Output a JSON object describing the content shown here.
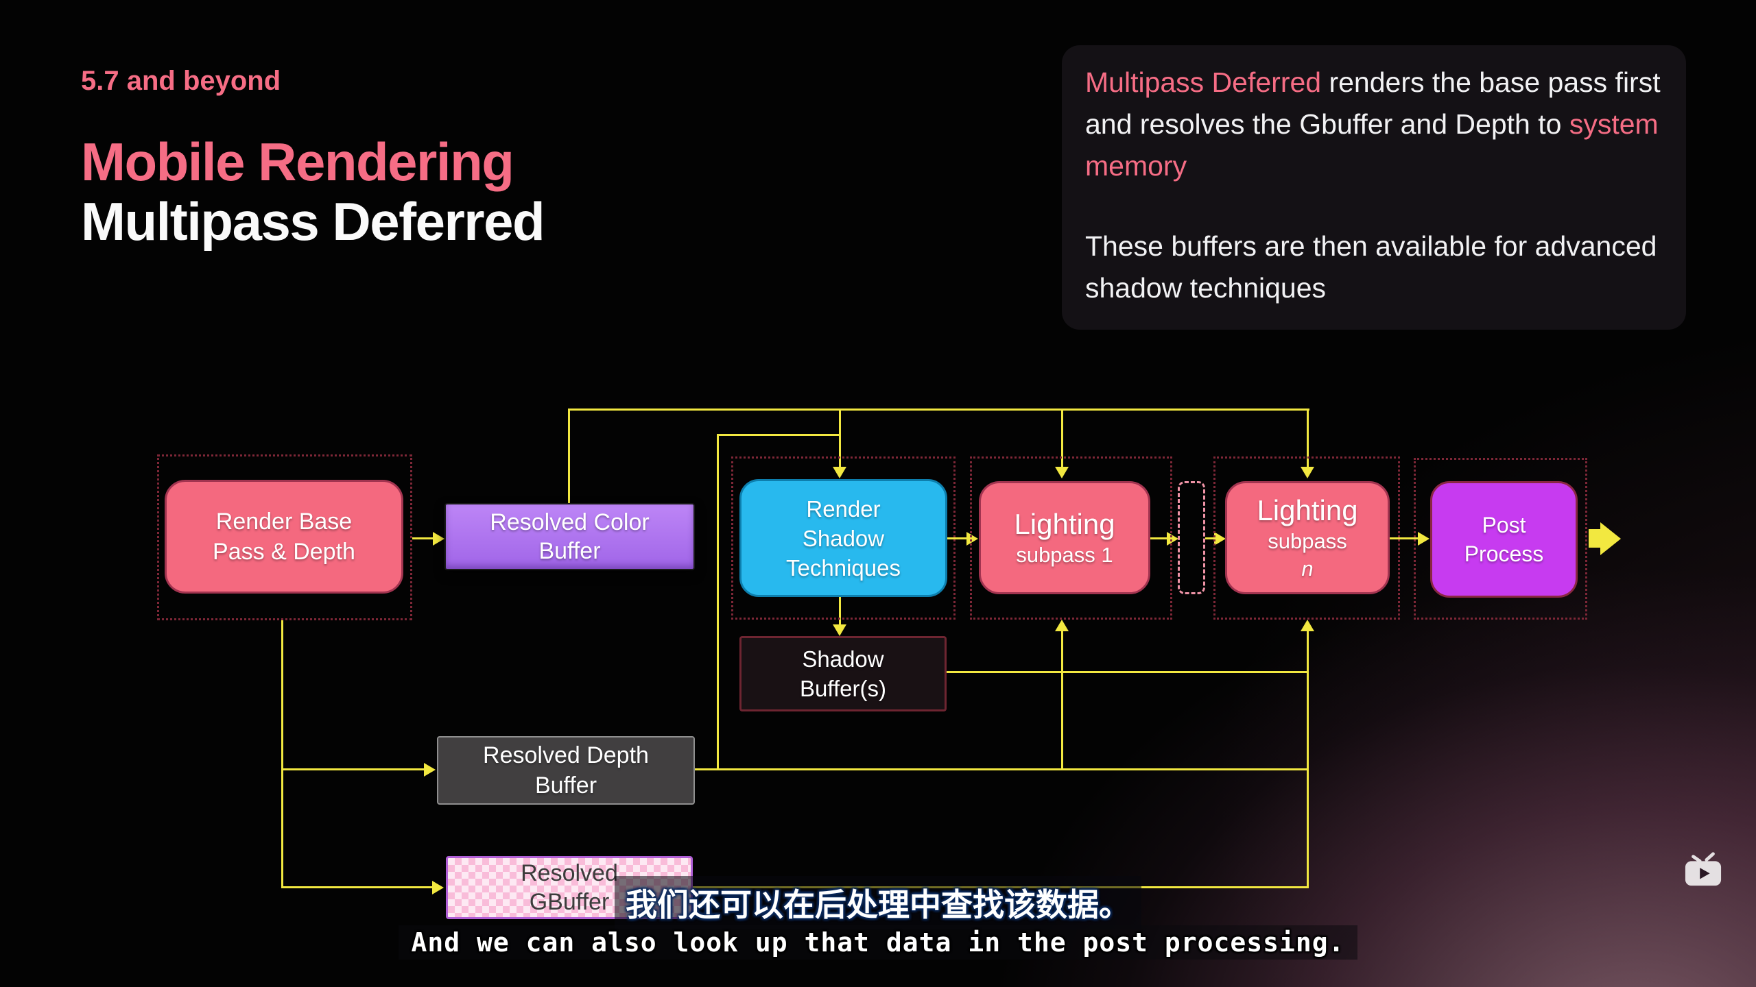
{
  "header": {
    "kicker": "5.7 and beyond",
    "title": "Mobile Rendering",
    "subtitle": "Multipass Deferred"
  },
  "info_panel": {
    "p1_highlight1": "Multipass Deferred",
    "p1_body": " renders the base pass first and resolves the Gbuffer and Depth to ",
    "p1_highlight2": "system memory",
    "p2": "These buffers are then available for advanced shadow techniques"
  },
  "diagram": {
    "nodes": {
      "render_base": {
        "lines": [
          "Render Base",
          "Pass & Depth"
        ]
      },
      "resolved_color": {
        "lines": [
          "Resolved Color",
          "Buffer"
        ]
      },
      "render_shadow": {
        "lines": [
          "Render",
          "Shadow",
          "Techniques"
        ]
      },
      "lighting_1": {
        "title": "Lighting",
        "subtitle": "subpass 1"
      },
      "lighting_n": {
        "title": "Lighting",
        "subtitle_prefix": "subpass ",
        "subtitle_var": "n"
      },
      "post_process": {
        "lines": [
          "Post",
          "Process"
        ]
      },
      "shadow_buffers": {
        "lines": [
          "Shadow",
          "Buffer(s)"
        ]
      },
      "resolved_depth": {
        "lines": [
          "Resolved Depth",
          "Buffer"
        ]
      },
      "resolved_gbuffer": {
        "lines": [
          "Resolved",
          "GBuffer"
        ]
      }
    },
    "colors": {
      "node_pink": "#f4697f",
      "node_cyan": "#28b9ee",
      "node_purple": "#b57cf0",
      "node_magenta": "#c73bf0",
      "connector_yellow": "#f2e840",
      "dotted_border": "#7e2737"
    }
  },
  "subtitles": {
    "chinese": "我们还可以在后处理中查找该数据。",
    "english": "And we can also look up that data in the post processing."
  },
  "watermark": {
    "icon": "tv-play-icon"
  }
}
